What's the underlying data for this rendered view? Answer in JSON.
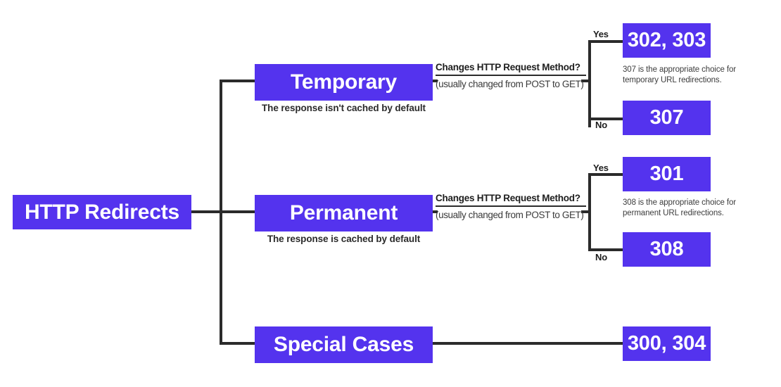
{
  "diagram": {
    "title": "HTTP Redirects",
    "root": {
      "label": "HTTP Redirects"
    },
    "branches": [
      {
        "label": "Temporary",
        "caption": "The response isn't cached by default",
        "question": "Changes HTTP Request Method?",
        "question_sub": "(usually changed from POST to GET)",
        "yes_label": "Yes",
        "no_label": "No",
        "yes_code": "302, 303",
        "no_code": "307",
        "note": "307 is the appropriate choice for temporary URL redirections."
      },
      {
        "label": "Permanent",
        "caption": "The response is cached by default",
        "question": "Changes HTTP Request Method?",
        "question_sub": "(usually changed from POST to GET)",
        "yes_label": "Yes",
        "no_label": "No",
        "yes_code": "301",
        "no_code": "308",
        "note": "308 is the appropriate choice for permanent URL redirections."
      },
      {
        "label": "Special Cases",
        "code": "300, 304"
      }
    ],
    "colors": {
      "node_fill": "#5433ee",
      "node_text": "#ffffff",
      "line": "#2b2b2b",
      "body_text": "#2b2b2b",
      "note_text": "#3c3c3c",
      "background": "#ffffff"
    }
  }
}
